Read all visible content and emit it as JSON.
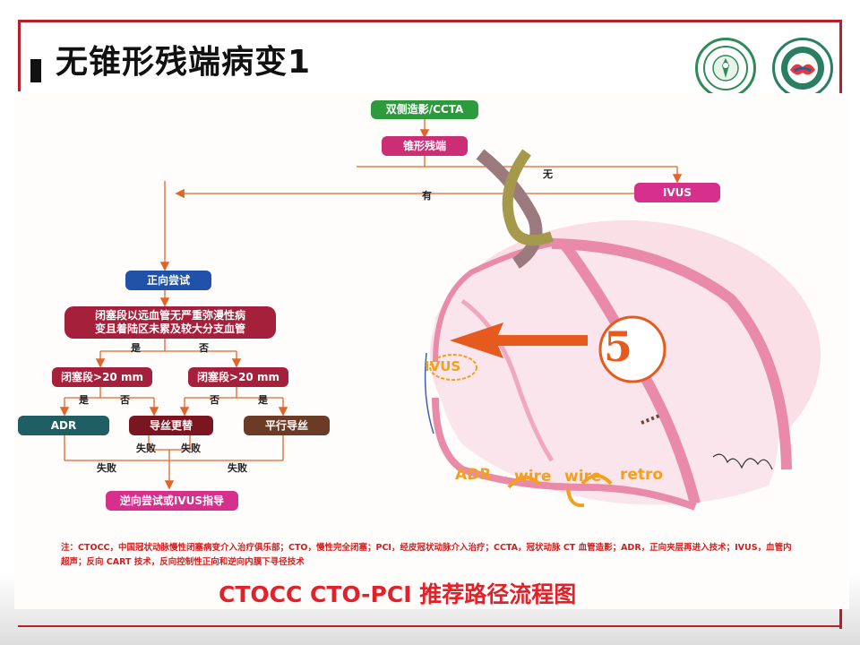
{
  "title": "无锥形残端病变1",
  "logos": {
    "left": "university-seal-icon",
    "right": "hospital-handshake-icon"
  },
  "flow": {
    "start": "双侧造影/CCTA",
    "stump": "锥形残端",
    "yes": "有",
    "no": "无",
    "ivus_top": "IVUS",
    "antegrade": "正向尝试",
    "question": "闭塞段以远血管无严重弥漫性病\n变且着陆区未累及较大分支血管",
    "q_yes": "是",
    "q_no": "否",
    "occl_left": "闭塞段>20 mm",
    "occl_right": "闭塞段>20 mm",
    "l_yes": "是",
    "l_no": "否",
    "r_no": "否",
    "r_yes": "是",
    "adr": "ADR",
    "wire_swap": "导丝更替",
    "parallel": "平行导丝",
    "fail_a": "失败",
    "fail_b": "失败",
    "fail_c": "失败",
    "fail_d": "失败",
    "retro": "逆向尝试或IVUS指导"
  },
  "illustration": {
    "number": "5",
    "ivus": "IVUS",
    "adr": "ADR",
    "wire1": "wire",
    "wire2": "wire",
    "retro": "retro"
  },
  "note": "注：CTOCC，中国冠状动脉慢性闭塞病变介入治疗俱乐部；CTO，慢性完全闭塞；PCI，经皮冠状动脉介入治疗；CCTA，冠状动脉 CT 血管造影；ADR，正向夹层再进入技术；IVUS，血管内超声；反向 CART 技术，反向控制性正向和逆向内膜下寻径技术",
  "bottom_title": "CTOCC CTO-PCI 推荐路径流程图"
}
